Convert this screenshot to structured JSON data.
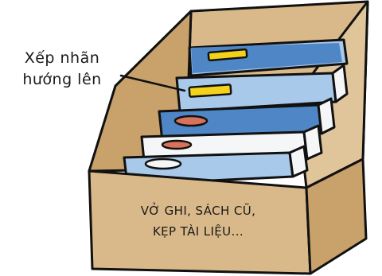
{
  "callout": {
    "line1": "Xếp nhãn",
    "line2": "hướng lên"
  },
  "box_label": {
    "line1": "VỞ GHI, SÁCH CŨ,",
    "line2": "KẸP TÀI LIỆU..."
  },
  "colors": {
    "cardboard": "#d9b98a",
    "cardboard_shadow": "#c9a16b",
    "blue_dark": "#4f86c6",
    "blue_light": "#a9c9ea",
    "white_file": "#f4f6f8",
    "label_yellow": "#f2d21b",
    "label_red": "#d9725a",
    "outline": "#111111"
  }
}
